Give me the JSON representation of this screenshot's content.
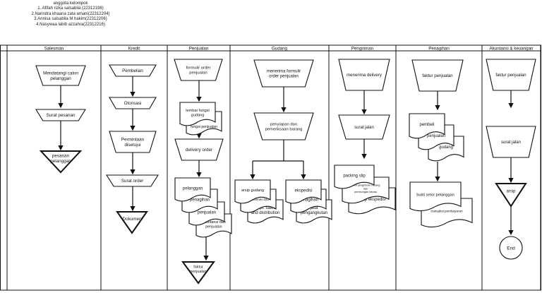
{
  "group": {
    "title": "anggota kelompok",
    "members": [
      "1. Afifah rizka salsabila (22312198)",
      "2.Narindra khaana zata amani(22312204)",
      "3.Annisa salsabila M hakim(22312206)",
      "4.Nasywaa labib azzahra(22312216)"
    ]
  },
  "lanes": [
    "Salesman",
    "Kredit",
    "Penjualan",
    "Gudang",
    "Pengiriman",
    "Penagihan",
    "Akuntansi & keuangan"
  ],
  "nodes": {
    "salesman_manual": [
      "Mendatangi calon",
      "pelanggan"
    ],
    "salesman_surat": [
      "Surat pesanan"
    ],
    "salesman_file": [
      "pesanan",
      "pelanggan"
    ],
    "kredit_pembelian": [
      "Pembelian"
    ],
    "kredit_otorisasi": [
      "Otorisasi"
    ],
    "kredit_permintaan": [
      "Permintaan",
      "disetujui"
    ],
    "kredit_surat_order": [
      "Surat order"
    ],
    "kredit_dokumen": [
      "Dokumen"
    ],
    "penjualan_formulir": [
      "formulir order",
      "penjualan"
    ],
    "penjualan_lembar": [
      "lembar fungsi",
      "gudang"
    ],
    "penjualan_fungsi": [
      "fungsi penjualan"
    ],
    "penjualan_delivery": [
      "delivery order"
    ],
    "penjualan_copy1": [
      "pelanggan"
    ],
    "penjualan_copy2": [
      "penagihan"
    ],
    "penjualan_copy3": [
      "penjualan"
    ],
    "penjualan_copy4": [
      "akuntansi dan",
      "penjualan"
    ],
    "penjualan_file": [
      "faktur",
      "penjualan"
    ],
    "gudang_menerima": [
      "menerima formulir",
      "order penjualan"
    ],
    "gudang_penyiapan": [
      "penyiapan dan",
      "pemeriksaan barang"
    ],
    "gudang_arsip": [
      "arsip gudang"
    ],
    "gudang_departemen": [
      "departemen DEP"
    ],
    "gudang_dept": [
      "dept. sales",
      "and distribution"
    ],
    "gudang_ekspedisi": [
      "ekspedisi"
    ],
    "gudang_penagihan": [
      "penagihan"
    ],
    "gudang_jasa": [
      "jasa",
      "pengangkutan"
    ],
    "pengiriman_menerima": [
      "menerima delivery"
    ],
    "pengiriman_surat": [
      "surat jalan"
    ],
    "pengiriman_packing": [
      "packing slip"
    ],
    "pengiriman_bukti": [
      "bukti pengiriman barang",
      "dan",
      "pembungan kerata"
    ],
    "pengiriman_arsip": [
      "arsip ekspedisi"
    ],
    "penagihan_faktur": [
      "faktur penjualan"
    ],
    "penagihan_pembeli": [
      "pembeli"
    ],
    "penagihan_penjualan": [
      "penjualan"
    ],
    "penagihan_gudang": [
      "gudang"
    ],
    "penagihan_bukti": [
      "bukti setor pelanggan"
    ],
    "penagihan_transaksi": [
      "transaksi pembayaran"
    ],
    "akuntansi_faktur": [
      "faktur penjualan"
    ],
    "akuntansi_surat": [
      "surat jalan"
    ],
    "akuntansi_arsip": [
      "arsip"
    ],
    "akuntansi_end": [
      "End"
    ]
  }
}
